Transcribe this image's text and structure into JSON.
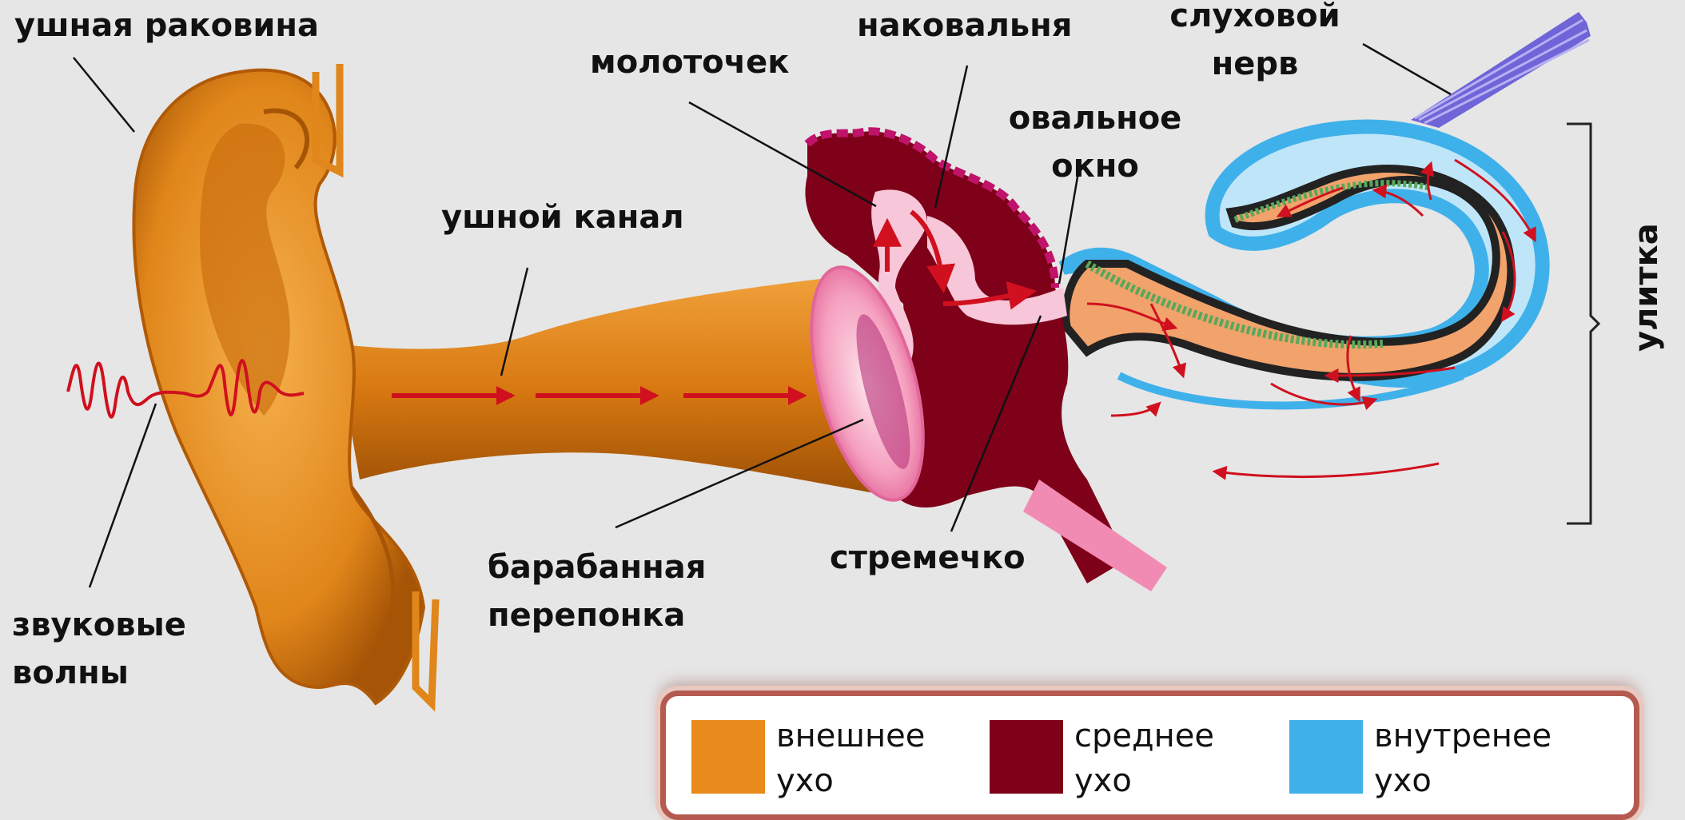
{
  "labels": {
    "pinna": "ушная раковина",
    "malleus": "молоточек",
    "incus": "наковальня",
    "nerve_line1": "слуховой",
    "nerve_line2": "нерв",
    "oval_line1": "овальное",
    "oval_line2": "окно",
    "canal": "ушной канал",
    "cochlea": "улитка",
    "waves_line1": "звуковые",
    "waves_line2": "волны",
    "drum_line1": "барабанная",
    "drum_line2": "перепонка",
    "stapes": "стремечко"
  },
  "legend": [
    {
      "line1": "внешнее",
      "line2": "ухо",
      "color": "#e88a1c"
    },
    {
      "line1": "среднее",
      "line2": "ухо",
      "color": "#7e0019"
    },
    {
      "line1": "внутренее",
      "line2": "ухо",
      "color": "#3fb1ea"
    }
  ],
  "colors": {
    "outer_ear": "#e0861a",
    "middle_ear": "#7e0019",
    "inner_ear": "#48b6ea",
    "arrows": "#d0101e",
    "nerve": "#6f64d8"
  }
}
